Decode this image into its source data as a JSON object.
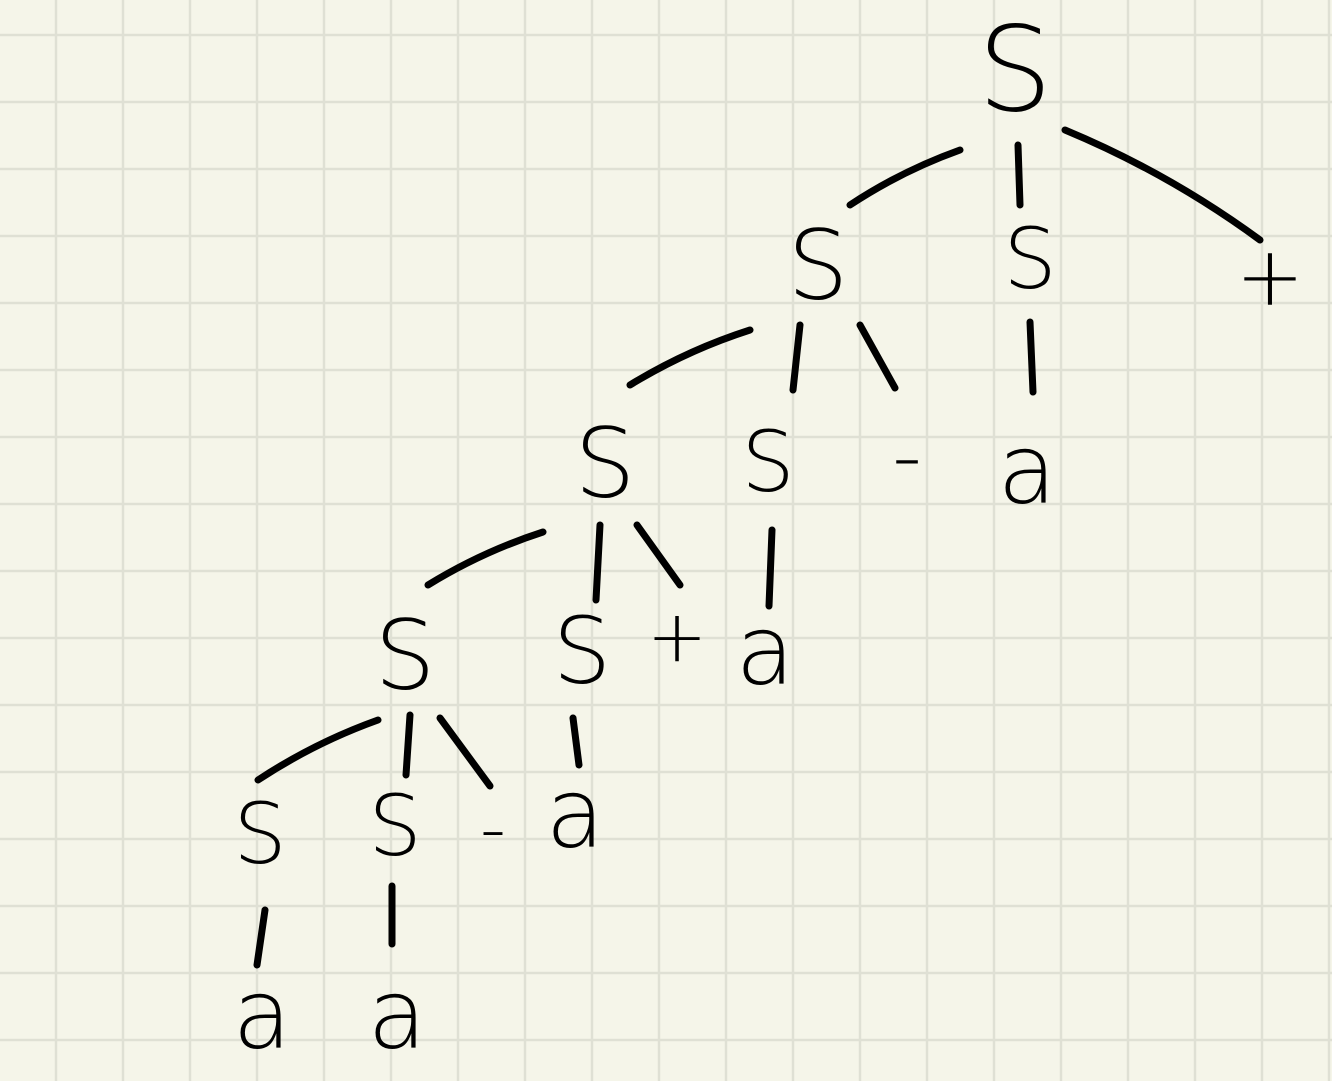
{
  "diagram": {
    "type": "parse-tree",
    "background_color": "#f5f5e9",
    "grid_color": "#dfe0d4",
    "ink_color": "#000000",
    "nodes": [
      {
        "id": "n1",
        "label": "S"
      },
      {
        "id": "n2",
        "label": "S"
      },
      {
        "id": "n3",
        "label": "S"
      },
      {
        "id": "n4",
        "label": "+"
      },
      {
        "id": "n5",
        "label": "S"
      },
      {
        "id": "n6",
        "label": "S"
      },
      {
        "id": "n7",
        "label": "-"
      },
      {
        "id": "n8",
        "label": "a"
      },
      {
        "id": "n9",
        "label": "S"
      },
      {
        "id": "n10",
        "label": "S"
      },
      {
        "id": "n11",
        "label": "+"
      },
      {
        "id": "n12",
        "label": "a"
      },
      {
        "id": "n13",
        "label": "S"
      },
      {
        "id": "n14",
        "label": "S"
      },
      {
        "id": "n15",
        "label": "-"
      },
      {
        "id": "n16",
        "label": "a"
      },
      {
        "id": "n17",
        "label": "a"
      },
      {
        "id": "n18",
        "label": "a"
      }
    ],
    "edges": [
      {
        "from": "n1",
        "to": "n2"
      },
      {
        "from": "n1",
        "to": "n3"
      },
      {
        "from": "n1",
        "to": "n4"
      },
      {
        "from": "n2",
        "to": "n5"
      },
      {
        "from": "n2",
        "to": "n6"
      },
      {
        "from": "n2",
        "to": "n7"
      },
      {
        "from": "n3",
        "to": "n8"
      },
      {
        "from": "n5",
        "to": "n9"
      },
      {
        "from": "n5",
        "to": "n10"
      },
      {
        "from": "n5",
        "to": "n11"
      },
      {
        "from": "n6",
        "to": "n12"
      },
      {
        "from": "n9",
        "to": "n13"
      },
      {
        "from": "n9",
        "to": "n14"
      },
      {
        "from": "n9",
        "to": "n15"
      },
      {
        "from": "n10",
        "to": "n16"
      },
      {
        "from": "n13",
        "to": "n17"
      },
      {
        "from": "n14",
        "to": "n18"
      }
    ]
  }
}
